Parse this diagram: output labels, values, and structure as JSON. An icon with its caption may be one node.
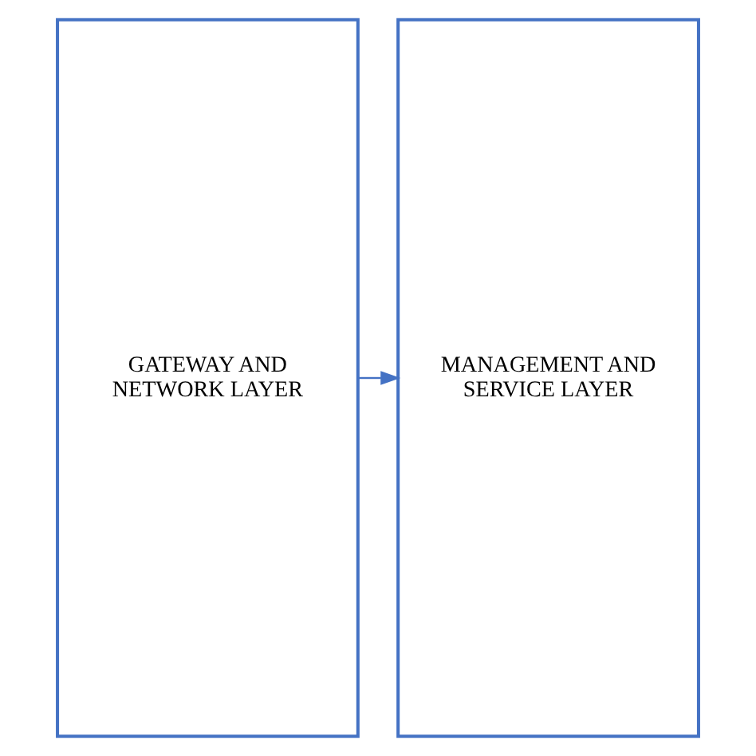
{
  "diagram": {
    "nodes": [
      {
        "text": [
          "GATEWAY AND NETWORK LAYER"
        ]
      },
      {
        "text": [
          "MANAGEMENT AND SERVICE LAYER"
        ]
      }
    ],
    "edges": [
      {
        "from": 0,
        "to": 1,
        "arrow": "to"
      }
    ]
  }
}
